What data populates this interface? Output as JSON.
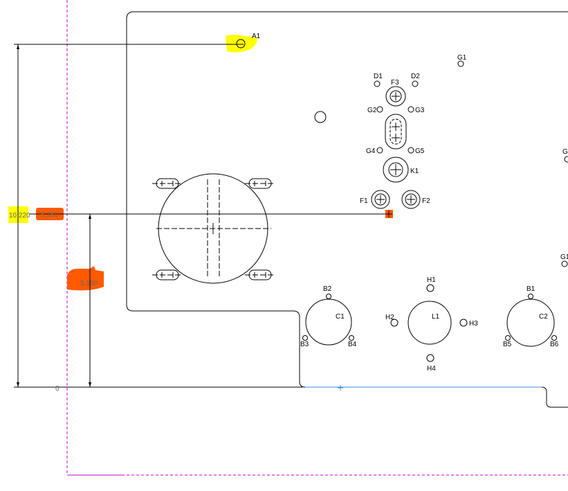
{
  "colors": {
    "border": "#c800c8",
    "highlight_yellow": "#ffff00",
    "highlight_orange": "#ff5a00",
    "edge_selected": "#3c8cdc"
  },
  "dimensions": {
    "total_height": "10.220",
    "mid_height_left": "5.160",
    "mid_height_inner": "5.160",
    "origin": "0"
  },
  "holes": {
    "A1": "A1",
    "D1": "D1",
    "D2": "D2",
    "F3": "F3",
    "G1": "G1",
    "G2": "G2",
    "G3": "G3",
    "G4": "G4",
    "G5": "G5",
    "K1": "K1",
    "F1": "F1",
    "F2": "F2",
    "G_right": "G",
    "G_right2": "G1",
    "B1": "B1",
    "B2": "B2",
    "B3": "B3",
    "B4": "B4",
    "B5": "B5",
    "B6": "B6",
    "C1": "C1",
    "C2": "C2",
    "L1": "L1",
    "H1": "H1",
    "H2": "H2",
    "H3": "H3",
    "H4": "H4"
  }
}
